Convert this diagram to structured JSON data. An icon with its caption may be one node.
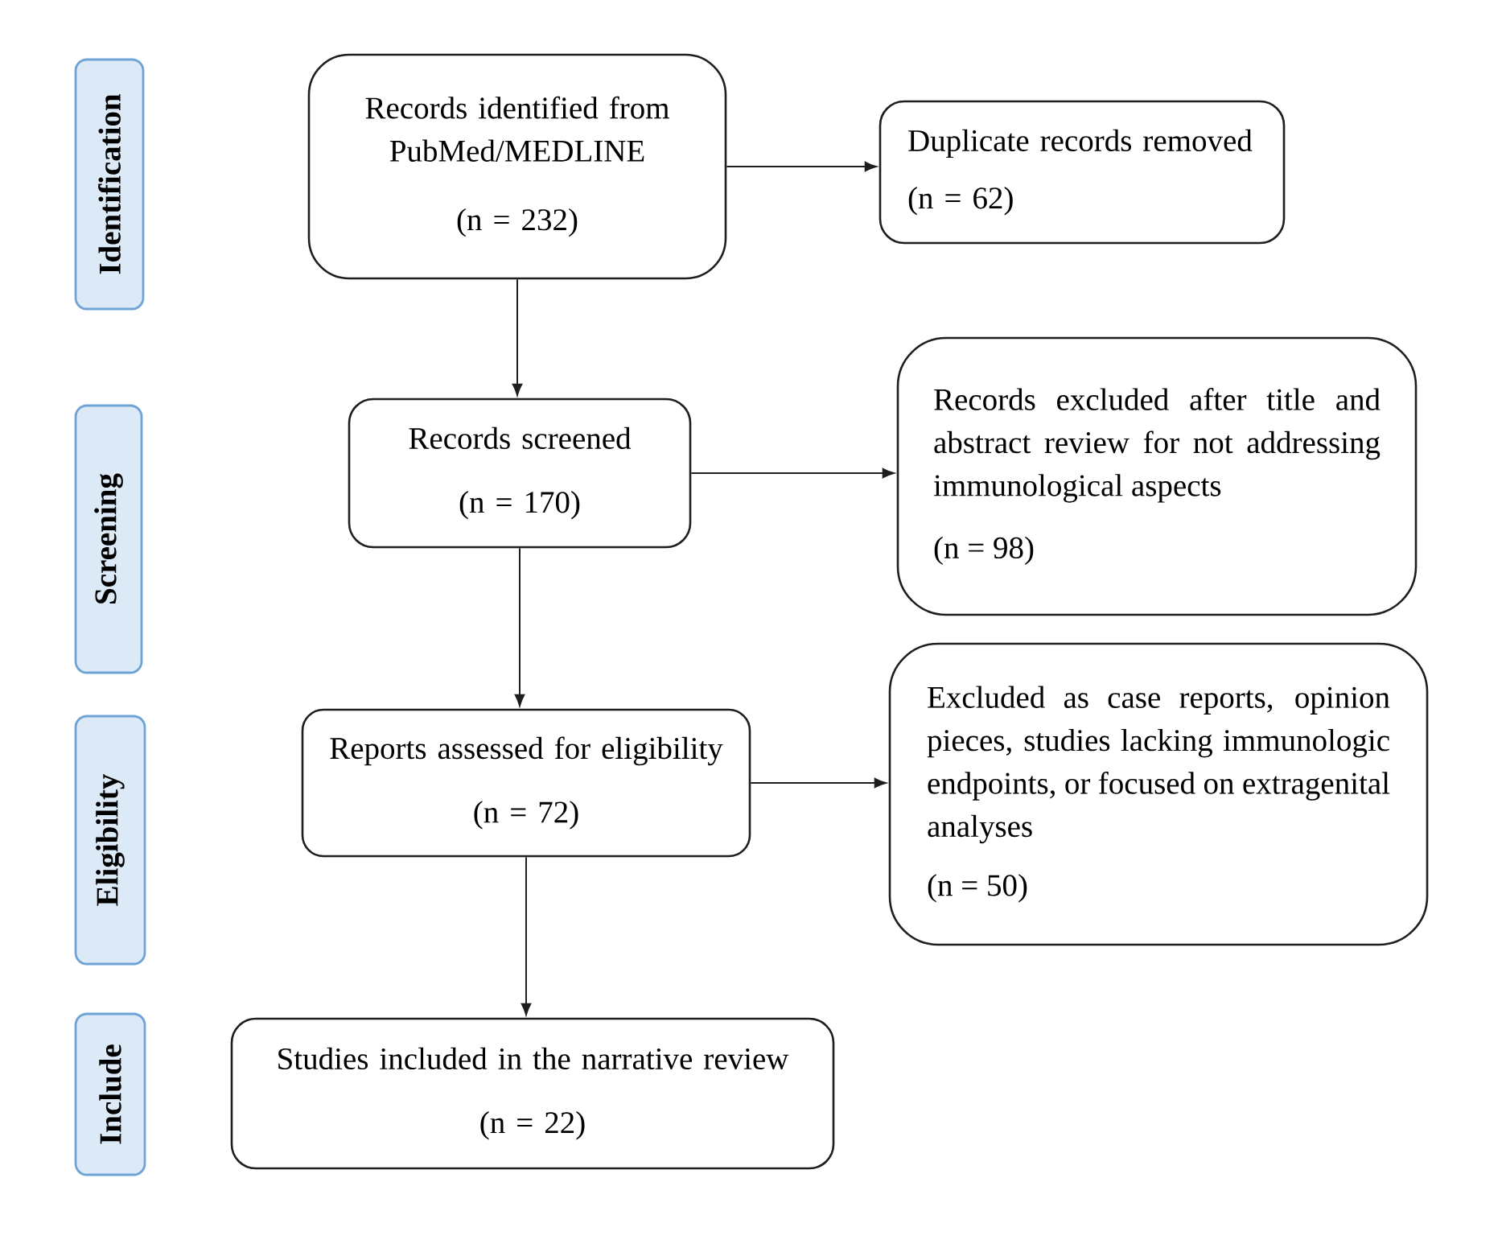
{
  "diagram": {
    "nodes": [
      {
        "text": [
          "Identification"
        ]
      },
      {
        "text": [
          "Records identified from PubMed/MEDLINE",
          "(n = 232)"
        ]
      },
      {
        "text": [
          "Duplicate records removed",
          "(n = 62)"
        ]
      },
      {
        "text": [
          "Screening"
        ]
      },
      {
        "text": [
          "Records screened",
          "(n = 170)"
        ]
      },
      {
        "text": [
          "Records excluded after title and abstract review for not addressing immunological aspects",
          "(n = 98)"
        ]
      },
      {
        "text": [
          "Eligibility"
        ]
      },
      {
        "text": [
          "Reports assessed for eligibility",
          "(n = 72)"
        ]
      },
      {
        "text": [
          "Excluded as case reports, opinion pieces, studies lacking immunologic endpoints, or focused on extragenital analyses",
          "(n = 50)"
        ]
      },
      {
        "text": [
          "Include"
        ]
      },
      {
        "text": [
          "Studies included in the narrative review",
          "(n = 22)"
        ]
      }
    ],
    "edges": [
      {
        "from": 1,
        "to": 2,
        "arrow": "to"
      },
      {
        "from": 1,
        "to": 4,
        "arrow": "to"
      },
      {
        "from": 4,
        "to": 5,
        "arrow": "to"
      },
      {
        "from": 4,
        "to": 7,
        "arrow": "to"
      },
      {
        "from": 7,
        "to": 8,
        "arrow": "to"
      },
      {
        "from": 7,
        "to": 10,
        "arrow": "to"
      }
    ]
  }
}
